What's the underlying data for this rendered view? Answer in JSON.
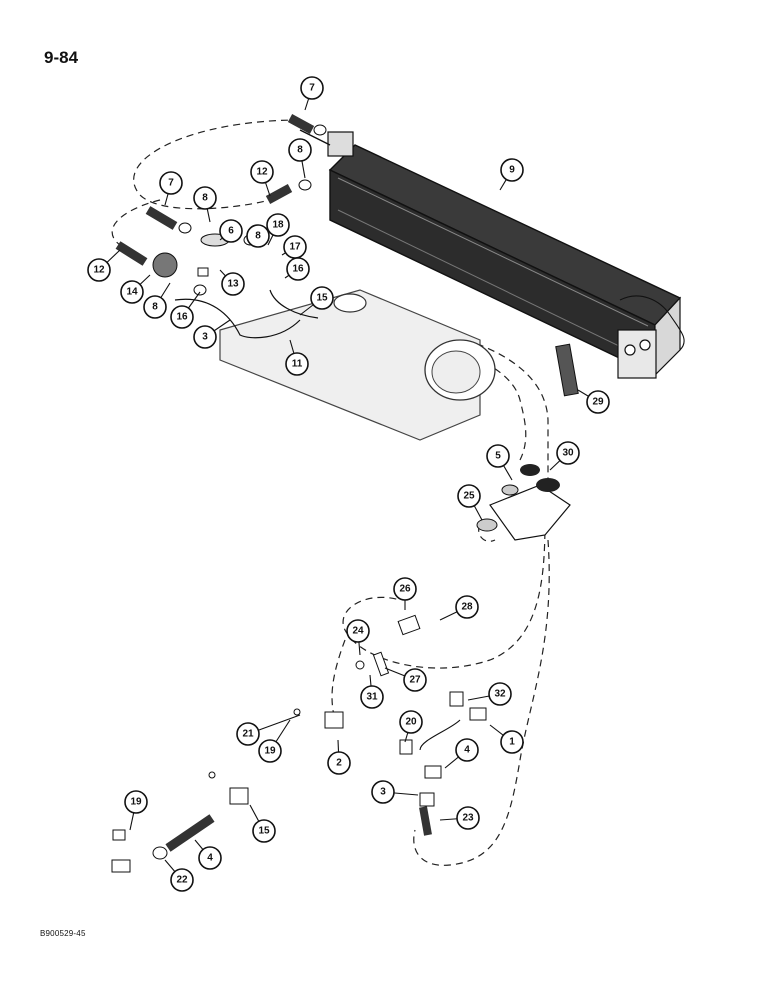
{
  "page_number": "9-84",
  "figure_code": "B900529-45",
  "callouts": [
    "7",
    "8",
    "12",
    "9",
    "7",
    "8",
    "6",
    "8",
    "18",
    "17",
    "16",
    "12",
    "13",
    "14",
    "8",
    "16",
    "3",
    "15",
    "11",
    "29",
    "5",
    "30",
    "25",
    "26",
    "28",
    "24",
    "27",
    "31",
    "32",
    "1",
    "20",
    "21",
    "19",
    "2",
    "4",
    "3",
    "23",
    "19",
    "15",
    "4",
    "22"
  ]
}
